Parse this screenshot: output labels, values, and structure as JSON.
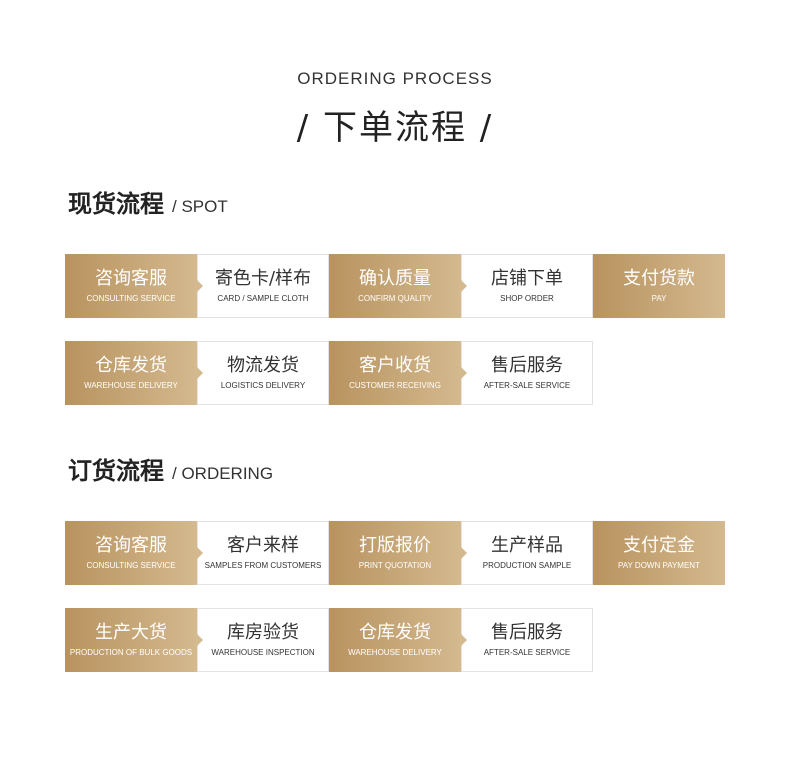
{
  "header": {
    "title_en": "ORDERING PROCESS",
    "title_cn": "/ 下单流程 /"
  },
  "spot": {
    "title_cn": "现货流程",
    "title_en": "/ SPOT",
    "row1": [
      {
        "cn": "咨询客服",
        "en": "CONSULTING SERVICE"
      },
      {
        "cn": "寄色卡/样布",
        "en": "CARD / SAMPLE CLOTH"
      },
      {
        "cn": "确认质量",
        "en": "CONFIRM QUALITY"
      },
      {
        "cn": "店铺下单",
        "en": "SHOP ORDER"
      },
      {
        "cn": "支付货款",
        "en": "PAY"
      }
    ],
    "row2": [
      {
        "cn": "仓库发货",
        "en": "WAREHOUSE DELIVERY"
      },
      {
        "cn": "物流发货",
        "en": "LOGISTICS DELIVERY"
      },
      {
        "cn": "客户收货",
        "en": "CUSTOMER RECEIVING"
      },
      {
        "cn": "售后服务",
        "en": "AFTER-SALE SERVICE"
      }
    ]
  },
  "ordering": {
    "title_cn": "订货流程",
    "title_en": "/ ORDERING",
    "row1": [
      {
        "cn": "咨询客服",
        "en": "CONSULTING SERVICE"
      },
      {
        "cn": "客户来样",
        "en": "SAMPLES FROM CUSTOMERS"
      },
      {
        "cn": "打版报价",
        "en": "PRINT QUOTATION"
      },
      {
        "cn": "生产样品",
        "en": "PRODUCTION SAMPLE"
      },
      {
        "cn": "支付定金",
        "en": "PAY DOWN PAYMENT"
      }
    ],
    "row2": [
      {
        "cn": "生产大货",
        "en": "PRODUCTION OF BULK GOODS"
      },
      {
        "cn": "库房验货",
        "en": "WAREHOUSE INSPECTION"
      },
      {
        "cn": "仓库发货",
        "en": "WAREHOUSE DELIVERY"
      },
      {
        "cn": "售后服务",
        "en": "AFTER-SALE SERVICE"
      }
    ]
  },
  "colors": {
    "gold_start": "#b8935f",
    "gold_end": "#d4b98f"
  }
}
